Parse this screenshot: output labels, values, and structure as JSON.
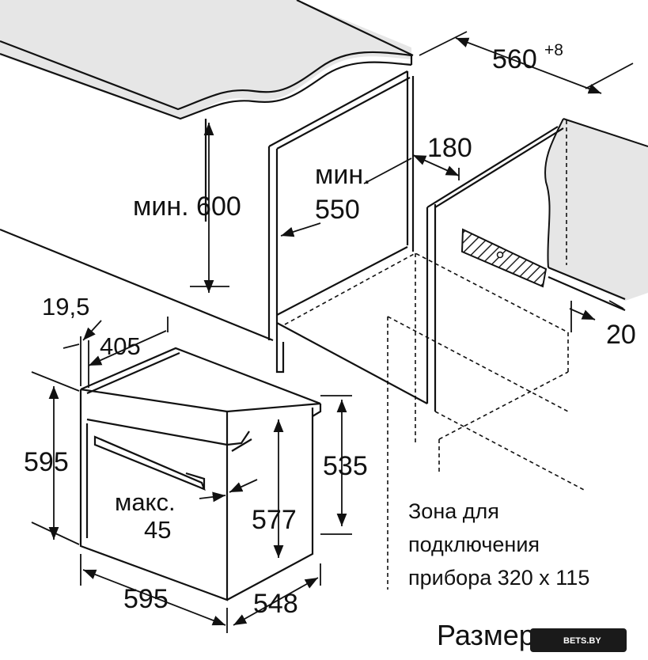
{
  "dimensions": {
    "niche_width": "560",
    "niche_width_tolerance": "+8",
    "min_label": "мин.",
    "niche_height": "мин. 600",
    "niche_depth": "550",
    "rear_gap": "180",
    "front_gap": "20",
    "front_offset": "19,5",
    "panel_depth": "405",
    "oven_height": "595",
    "inner_height": "577",
    "body_height": "535",
    "handle_label": "макс.",
    "handle_value": "45",
    "oven_width": "595",
    "oven_depth": "548"
  },
  "connection_zone": {
    "line1": "Зона для",
    "line2": "подключения",
    "line3": "прибора 320 x 115"
  },
  "caption": "Размеры в мм",
  "watermark": "BETS.BY",
  "colors": {
    "line": "#111111",
    "worktop_fill": "#e4e4e4",
    "zone_hatch": "#222222",
    "watermark_bg": "#1a1a1a"
  }
}
